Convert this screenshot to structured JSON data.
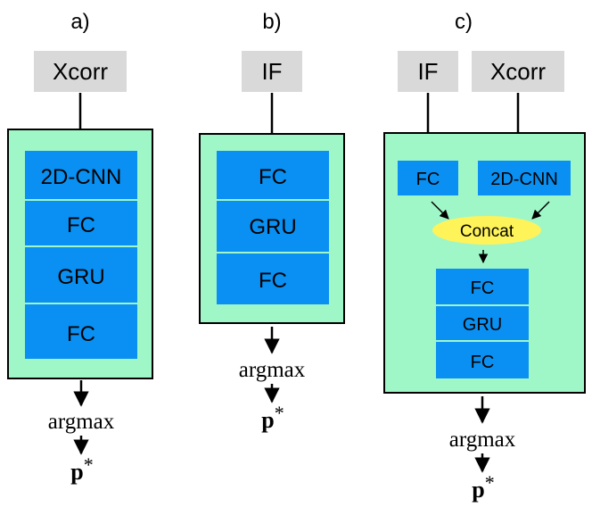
{
  "colors": {
    "input_box": "#d9d9d9",
    "container": "#9ff7c8",
    "layer": "#0a90f2",
    "concat": "#fff35a",
    "stroke": "#000000"
  },
  "panel_a": {
    "label": "a)",
    "input": "Xcorr",
    "layers": [
      "2D-CNN",
      "FC",
      "GRU",
      "FC"
    ],
    "argmax": "argmax",
    "output_main": "p",
    "output_sup": "*"
  },
  "panel_b": {
    "label": "b)",
    "input": "IF",
    "layers": [
      "FC",
      "GRU",
      "FC"
    ],
    "argmax": "argmax",
    "output_main": "p",
    "output_sup": "*"
  },
  "panel_c": {
    "label": "c)",
    "input_left": "IF",
    "input_right": "Xcorr",
    "branch_left": "FC",
    "branch_right": "2D-CNN",
    "merge": "Concat",
    "layers": [
      "FC",
      "GRU",
      "FC"
    ],
    "argmax": "argmax",
    "output_main": "p",
    "output_sup": "*"
  }
}
